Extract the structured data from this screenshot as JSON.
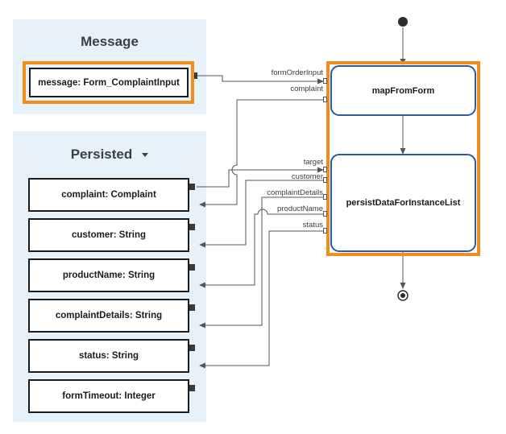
{
  "message_panel": {
    "title": "Message",
    "box_label": "message: Form_ComplaintInput"
  },
  "persisted_panel": {
    "title": "Persisted",
    "boxes": [
      "complaint: Complaint",
      "customer: String",
      "productName: String",
      "complaintDetails: String",
      "status: String",
      "formTimeout: Integer"
    ]
  },
  "actions": {
    "map": {
      "label": "mapFromForm",
      "ports": [
        "formOrderInput",
        "complaint"
      ]
    },
    "persist": {
      "label": "persistDataForInstanceList",
      "ports": [
        "target",
        "customer",
        "complaintDetails",
        "productName",
        "status"
      ]
    }
  },
  "colors": {
    "panel_bg": "#e6f1fa",
    "highlight": "#f28c1a",
    "action_border": "#2a5aa8",
    "line": "#555555"
  },
  "icons": {
    "start": "filled-circle-start-node",
    "end": "bullseye-end-node",
    "dropdown": "triangle-down-icon"
  }
}
